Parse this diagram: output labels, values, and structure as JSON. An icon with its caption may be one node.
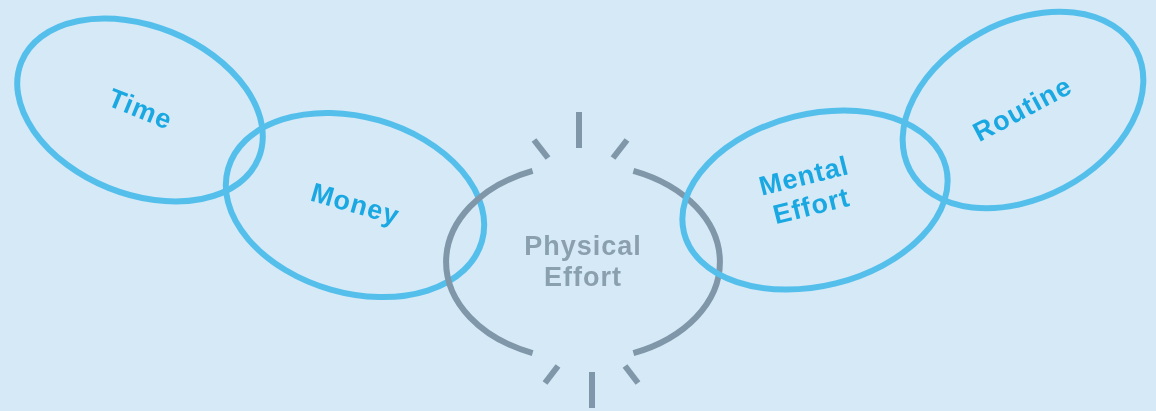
{
  "diagram": {
    "nodes": [
      {
        "text": [
          "Time"
        ]
      },
      {
        "text": [
          "Money"
        ]
      },
      {
        "text": [
          "Physical Effort"
        ]
      },
      {
        "text": [
          "Mental Effort"
        ]
      },
      {
        "text": [
          "Routine"
        ]
      }
    ]
  }
}
